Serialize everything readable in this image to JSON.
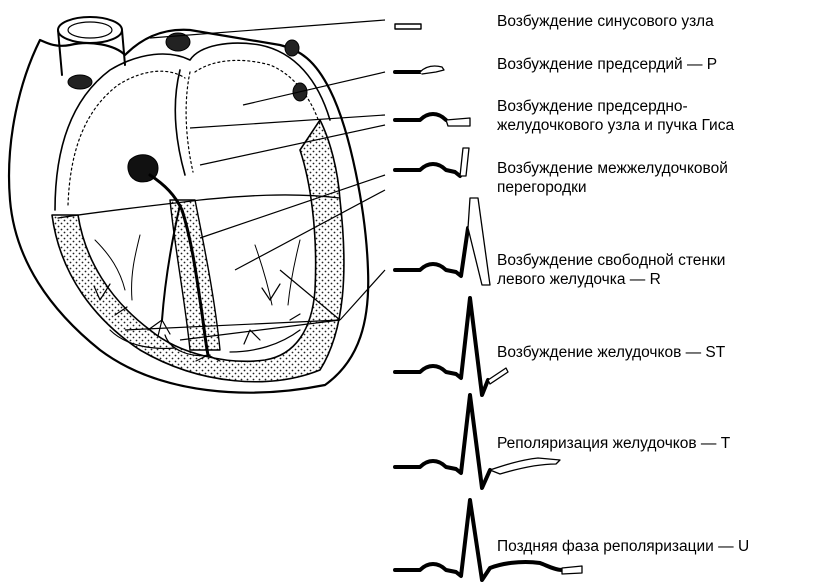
{
  "figure": {
    "stages": [
      {
        "label": "Возбуждение синусового узла"
      },
      {
        "label": "Возбуждение предсердий — Р"
      },
      {
        "label": "Возбуждение предсердно-\nжелудочкового  узла и пучка Гиса"
      },
      {
        "label": "Возбуждение межжелудочковой\nперегородки"
      },
      {
        "label": "Возбуждение свободной стенки\nлевого желудочка — R"
      },
      {
        "label": "Возбуждение желудочков — ST"
      },
      {
        "label": "Реполяризация желудочков — Т"
      },
      {
        "label": "Поздняя фаза реполяризации — U"
      }
    ]
  }
}
